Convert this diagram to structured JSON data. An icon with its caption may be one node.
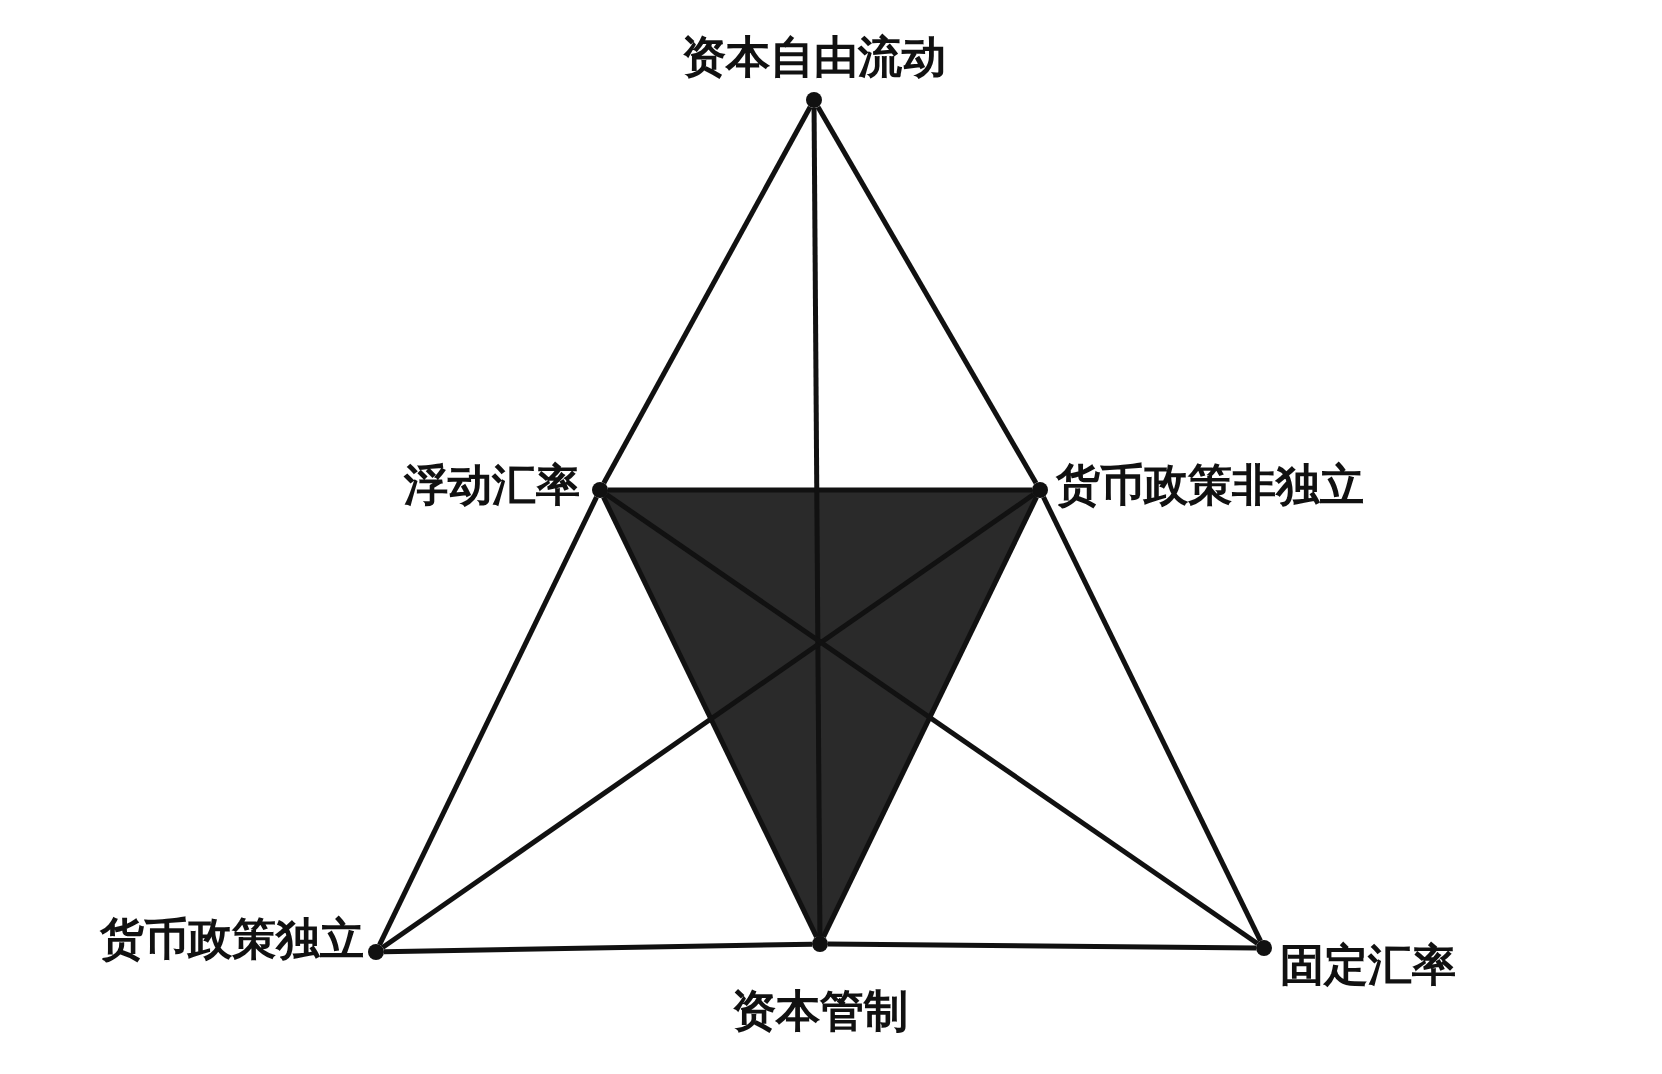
{
  "diagram": {
    "nodes": [
      {
        "text": [],
        "shape": "circle",
        "beside": [
          "资本自由流动"
        ]
      },
      {
        "text": [],
        "shape": "circle",
        "beside": [
          "浮动汇率"
        ]
      },
      {
        "text": [],
        "shape": "circle",
        "beside": [
          "货币政策非独立"
        ]
      },
      {
        "text": [],
        "shape": "circle",
        "beside": [
          "货币政策独立"
        ]
      },
      {
        "text": [],
        "shape": "circle",
        "beside": [
          "资本管制"
        ]
      },
      {
        "text": [],
        "shape": "circle",
        "beside": [
          "固定汇率"
        ]
      }
    ],
    "edges": [
      {
        "from": 0,
        "to": 1,
        "arrow": "none"
      },
      {
        "from": 1,
        "to": 3,
        "arrow": "none"
      },
      {
        "from": 0,
        "to": 2,
        "arrow": "none"
      },
      {
        "from": 2,
        "to": 5,
        "arrow": "none"
      },
      {
        "from": 3,
        "to": 4,
        "arrow": "none"
      },
      {
        "from": 4,
        "to": 5,
        "arrow": "none"
      },
      {
        "from": 1,
        "to": 2,
        "arrow": "none"
      },
      {
        "from": 2,
        "to": 4,
        "arrow": "none"
      },
      {
        "from": 4,
        "to": 1,
        "arrow": "none"
      },
      {
        "from": 0,
        "to": 4,
        "arrow": "none"
      },
      {
        "from": 3,
        "to": 2,
        "arrow": "none"
      },
      {
        "from": 5,
        "to": 1,
        "arrow": "none"
      }
    ]
  }
}
